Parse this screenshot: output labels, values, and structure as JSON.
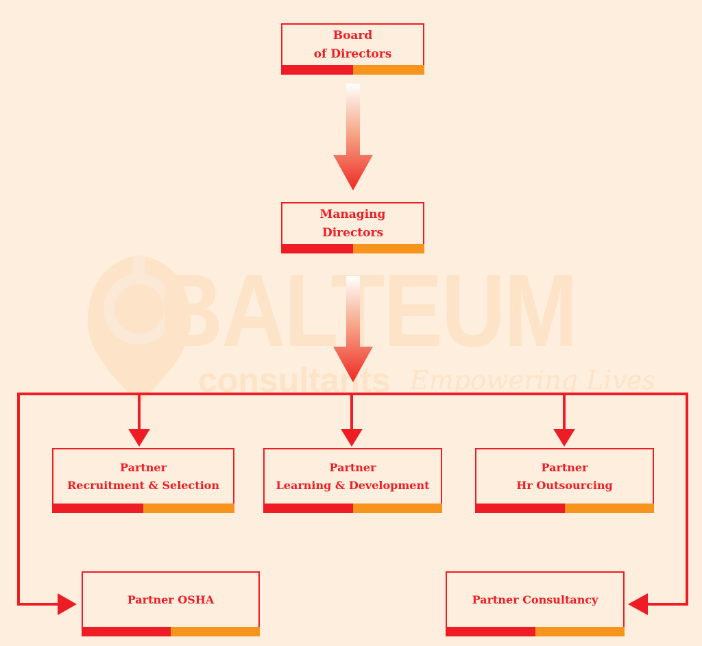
{
  "watermark": {
    "brand": "BALTEUM",
    "subtitle": "consultants",
    "tagline": "Empowering Lives",
    "icon": "location-pin-icon"
  },
  "colors": {
    "background": "#fdeedd",
    "primary_red": "#ee1d25",
    "accent_orange": "#f7941d",
    "watermark": "#fde3c7"
  },
  "nodes": {
    "board": {
      "label": "Board\nof Directors"
    },
    "managing": {
      "label": "Managing\nDirectors"
    },
    "recruitment": {
      "label": "Partner\nRecruitment & Selection"
    },
    "learning": {
      "label": "Partner\nLearning & Development"
    },
    "hr": {
      "label": "Partner\nHr Outsourcing"
    },
    "osha": {
      "label": "Partner OSHA"
    },
    "consultancy": {
      "label": "Partner Consultancy"
    }
  },
  "edges": [
    {
      "from": "Board of Directors",
      "to": "Managing Directors",
      "style": "gradient-arrow"
    },
    {
      "from": "Managing Directors",
      "to": "Partner Recruitment & Selection",
      "style": "bus-arrow"
    },
    {
      "from": "Managing Directors",
      "to": "Partner Learning & Development",
      "style": "bus-arrow"
    },
    {
      "from": "Managing Directors",
      "to": "Partner Hr Outsourcing",
      "style": "bus-arrow"
    },
    {
      "from": "Managing Directors",
      "to": "Partner OSHA",
      "style": "bus-arrow"
    },
    {
      "from": "Managing Directors",
      "to": "Partner Consultancy",
      "style": "bus-arrow"
    }
  ]
}
